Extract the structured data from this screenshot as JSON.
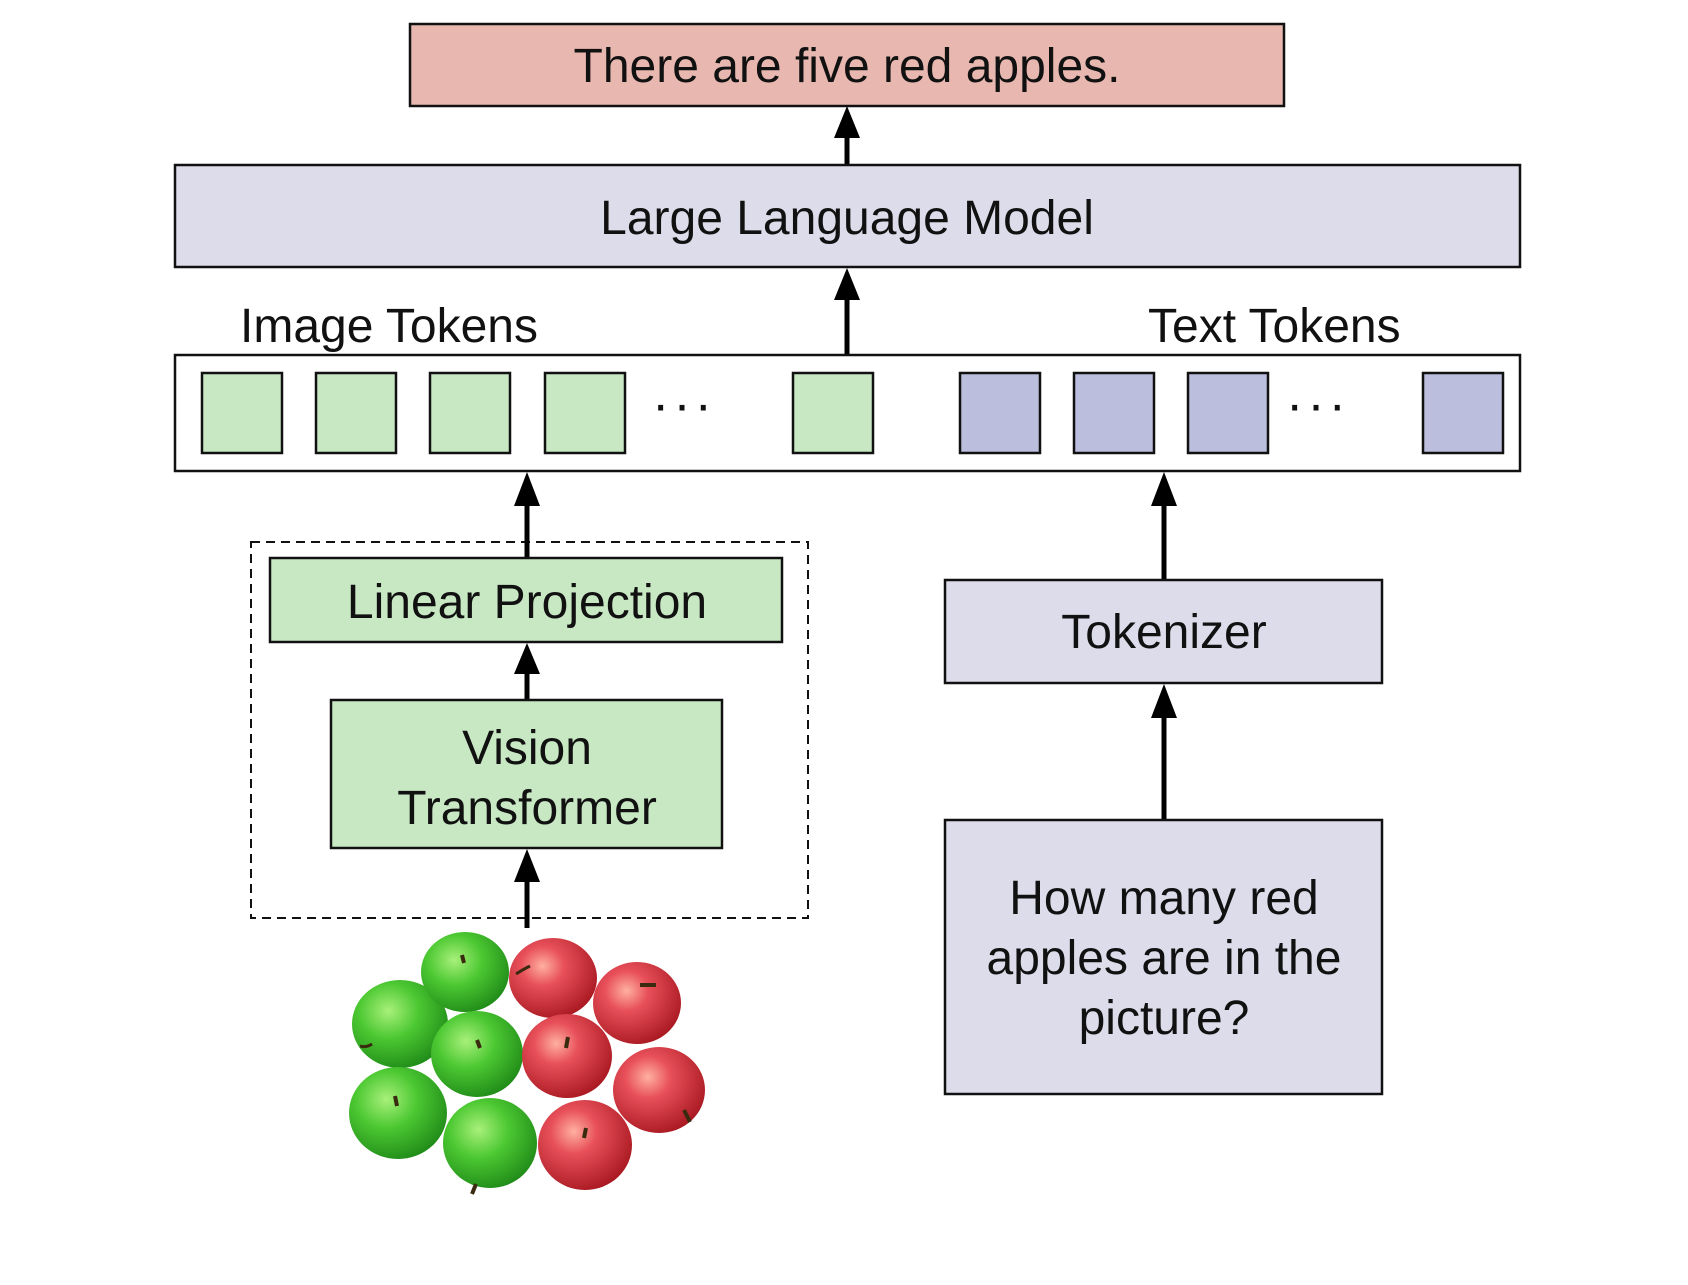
{
  "output": {
    "text": "There are five red apples."
  },
  "llm": {
    "label": "Large Language Model"
  },
  "tokens": {
    "image_label": "Image Tokens",
    "text_label": "Text Tokens",
    "ellipsis": "···"
  },
  "vision": {
    "projection_label": "Linear Projection",
    "encoder_line1": "Vision",
    "encoder_line2": "Transformer"
  },
  "text_branch": {
    "tokenizer_label": "Tokenizer",
    "question_line1": "How many red",
    "question_line2": "apples are in the",
    "question_line3": "picture?"
  },
  "colors": {
    "output_fill": "#e8b8b0",
    "llm_fill": "#dcdcea",
    "image_token_fill": "#c8e8c4",
    "text_token_fill": "#bcbede",
    "vision_fill": "#c8e8c4",
    "text_box_fill": "#dcdcea",
    "green_apple": "#4cc832",
    "red_apple": "#d8303a"
  },
  "image": {
    "description_icon": "apples-image-icon",
    "green_count": 5,
    "red_count": 5
  }
}
